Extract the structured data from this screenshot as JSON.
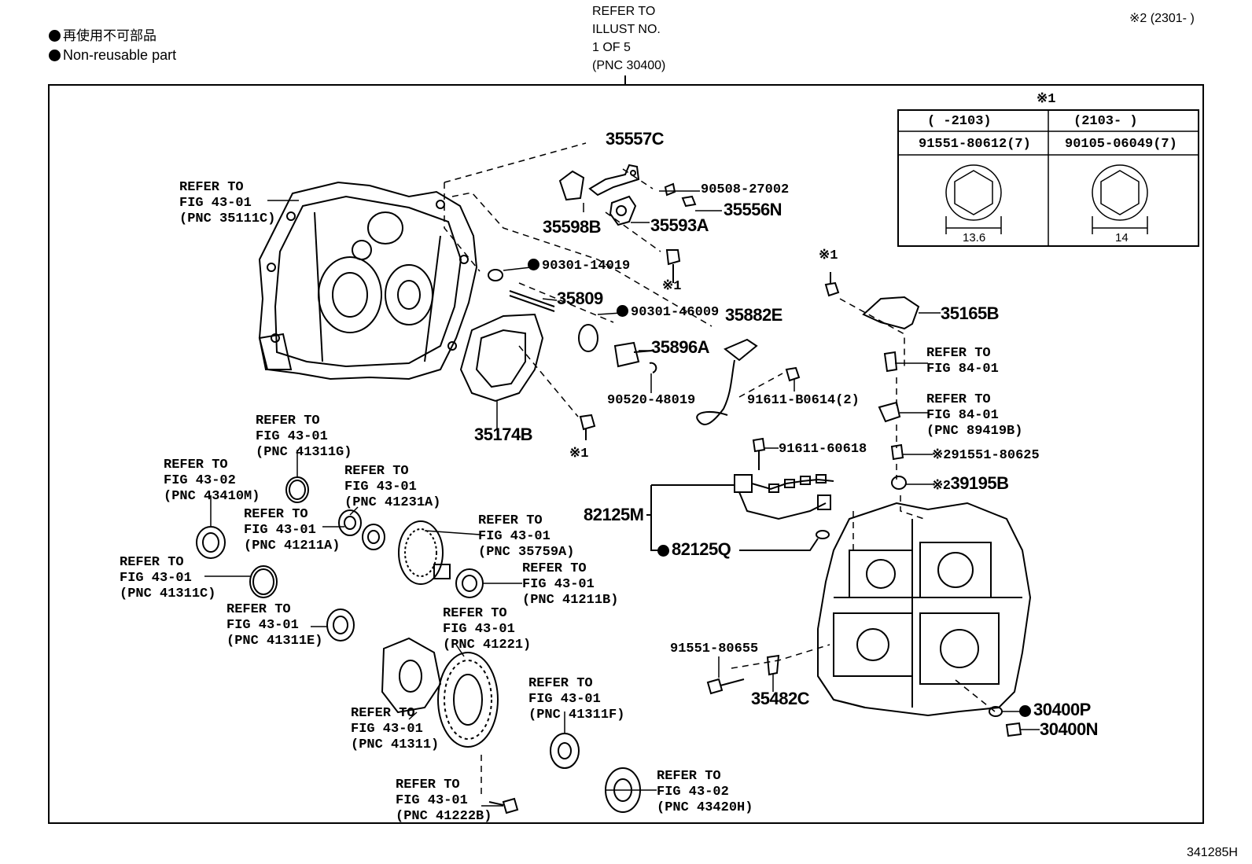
{
  "legend": {
    "jp_label": "再使用不可部品",
    "en_label": "Non-reusable part"
  },
  "top_refer": {
    "line1": "REFER TO",
    "line2": "ILLUST NO.",
    "line3": "1 OF 5",
    "line4": "(PNC 30400)"
  },
  "top_right_note": "※2 (2301-     )",
  "footer_code": "341285H",
  "note_table": {
    "title": "※1",
    "col1_header": "(     -2103)",
    "col2_header": "(2103-      )",
    "col1_part": "91551-80612(7)",
    "col2_part": "90105-06049(7)",
    "col1_dim": "13.6",
    "col2_dim": "14"
  },
  "parts": {
    "p35557C": "35557C",
    "p90508_27002": "90508-27002",
    "p35556N": "35556N",
    "p35598B": "35598B",
    "p35593A": "35593A",
    "p90301_14019": "90301-14019",
    "p35809": "35809",
    "p90301_46009": "90301-46009",
    "p35882E": "35882E",
    "p35896A": "35896A",
    "p90520_48019": "90520-48019",
    "p91611_B0614": "91611-B0614(2)",
    "p35174B": "35174B",
    "p35165B": "35165B",
    "p91611_60618": "91611-60618",
    "p82125M": "82125M",
    "p82125Q": "82125Q",
    "p91551_80625": "91551-80625",
    "p39195B": "39195B",
    "p91551_80655": "91551-80655",
    "p35482C": "35482C",
    "p30400P": "30400P",
    "p30400N": "30400N",
    "mark1_a": "※1",
    "mark1_b": "※1",
    "mark1_c": "※1",
    "mark2_a": "※2",
    "mark2_b": "※2"
  },
  "refs": {
    "r35111C": [
      "REFER TO",
      "FIG 43-01",
      "(PNC 35111C)"
    ],
    "r41311G": [
      "REFER TO",
      "FIG 43-01",
      "(PNC 41311G)"
    ],
    "r43410M": [
      "REFER TO",
      "FIG 43-02",
      "(PNC 43410M)"
    ],
    "r41231A": [
      "REFER TO",
      "FIG 43-01",
      "(PNC 41231A)"
    ],
    "r41211A": [
      "REFER TO",
      "FIG 43-01",
      "(PNC 41211A)"
    ],
    "r35759A": [
      "REFER TO",
      "FIG 43-01",
      "(PNC 35759A)"
    ],
    "r41311C": [
      "REFER TO",
      "FIG 43-01",
      "(PNC 41311C)"
    ],
    "r41211B": [
      "REFER TO",
      "FIG 43-01",
      "(PNC 41211B)"
    ],
    "r41311E": [
      "REFER TO",
      "FIG 43-01",
      "(PNC 41311E)"
    ],
    "r41221": [
      "REFER TO",
      "FIG 43-01",
      "(PNC 41221)"
    ],
    "r41311": [
      "REFER TO",
      "FIG 43-01",
      "(PNC 41311)"
    ],
    "r41311F": [
      "REFER TO",
      "FIG 43-01",
      "(PNC 41311F)"
    ],
    "r41222B": [
      "REFER TO",
      "FIG 43-01",
      "(PNC 41222B)"
    ],
    "r43420H": [
      "REFER TO",
      "FIG 43-02",
      "(PNC 43420H)"
    ],
    "r84_01a": [
      "REFER TO",
      "FIG 84-01"
    ],
    "r89419B": [
      "REFER TO",
      "FIG 84-01",
      "(PNC 89419B)"
    ]
  }
}
